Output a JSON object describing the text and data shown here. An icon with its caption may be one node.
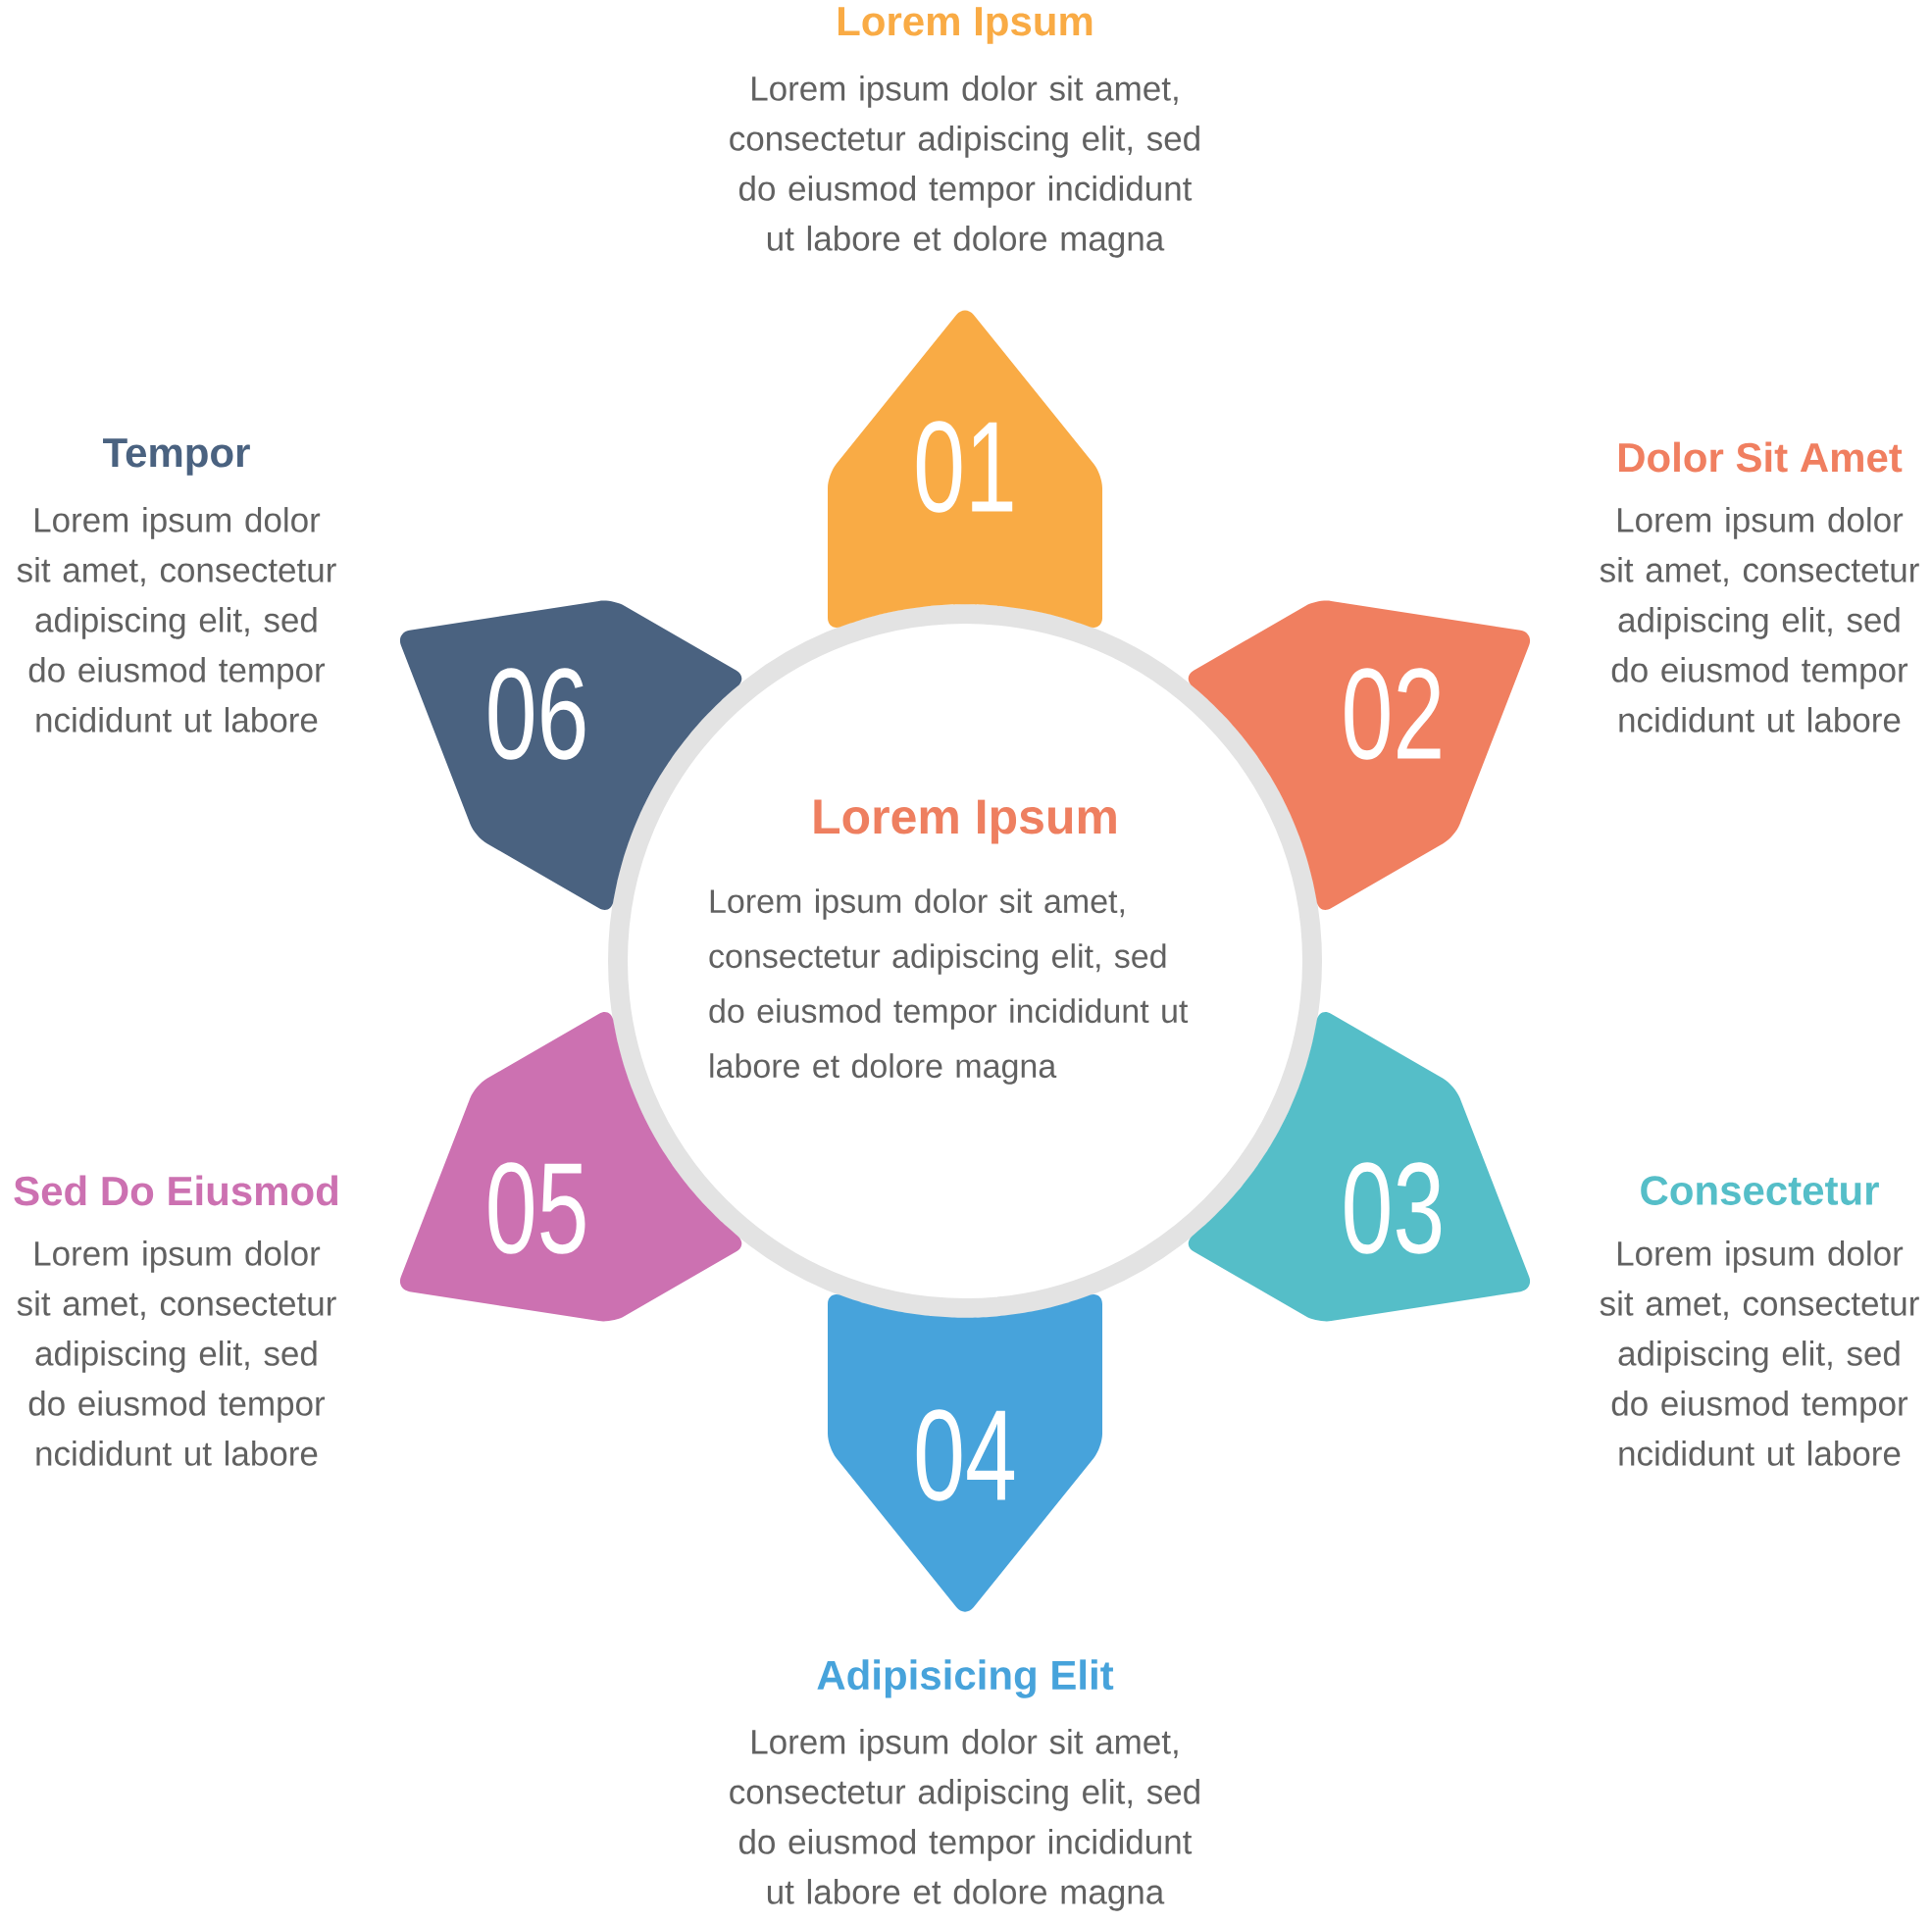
{
  "diagram": {
    "nodes": [
      {
        "text": [
          "Lorem Ipsum",
          "Lorem ipsum dolor sit amet, consectetur adipiscing elit, sed do eiusmod tempor incididunt ut labore et dolore magna"
        ]
      },
      {
        "text": [
          "01"
        ],
        "beside": [
          "Lorem Ipsum",
          "Lorem ipsum dolor sit amet, consectetur adipiscing elit, sed do eiusmod tempor incididunt ut labore et dolore magna"
        ]
      },
      {
        "text": [
          "02"
        ],
        "beside": [
          "Dolor Sit Amet",
          "Lorem ipsum dolor sit amet, consectetur adipiscing elit, sed do eiusmod tempor ncididunt ut labore"
        ]
      },
      {
        "text": [
          "03"
        ],
        "beside": [
          "Consectetur",
          "Lorem ipsum dolor sit amet, consectetur adipiscing elit, sed do eiusmod tempor ncididunt ut labore"
        ]
      },
      {
        "text": [
          "04"
        ],
        "beside": [
          "Adipisicing Elit",
          "Lorem ipsum dolor sit amet, consectetur adipiscing elit, sed do eiusmod tempor incididunt ut labore et dolore magna"
        ]
      },
      {
        "text": [
          "05"
        ],
        "beside": [
          "Sed Do Eiusmod",
          "Lorem ipsum dolor sit amet, consectetur adipiscing elit, sed do eiusmod tempor ncididunt ut labore"
        ]
      },
      {
        "text": [
          "06"
        ],
        "beside": [
          "Tempor",
          "Lorem ipsum dolor sit amet, consectetur adipiscing elit, sed do eiusmod tempor ncididunt ut labore"
        ]
      }
    ]
  }
}
